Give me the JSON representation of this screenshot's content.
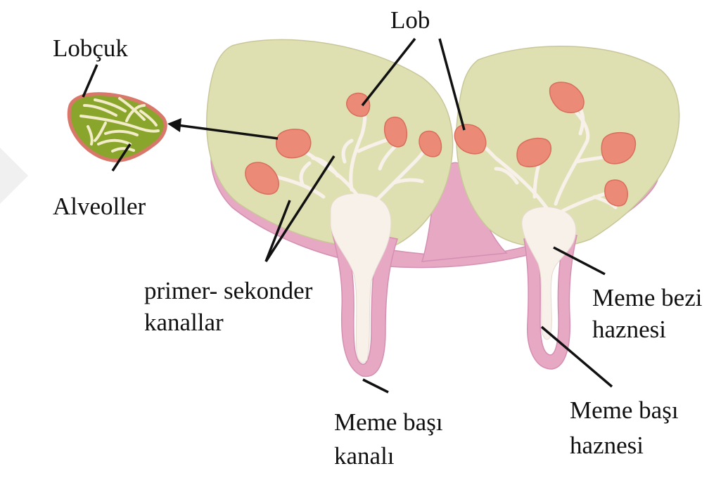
{
  "labels": {
    "lob": "Lob",
    "lobcuk": "Lobçuk",
    "alveoller": "Alveoller",
    "kanallar_line1": "primer- sekonder",
    "kanallar_line2": "kanallar",
    "bezi_line1": "Meme bezi",
    "bezi_line2": "haznesi",
    "kanali_line1": "Meme başı",
    "kanali_line2": "kanalı",
    "bas_hazne_line1": "Meme başı",
    "bas_hazne_line2": "haznesi"
  },
  "colors": {
    "gland": "#dfe0b2",
    "gland_edge": "#c9c79a",
    "skin": "#e7a8c4",
    "skin_edge": "#d48fb2",
    "lobule": "#ec8a78",
    "lobule_edge": "#d86e5c",
    "duct": "#f7f1ea",
    "lobcuk_fill": "#8aa52c",
    "lobcuk_edge": "#d9776a",
    "leader": "#111111"
  }
}
